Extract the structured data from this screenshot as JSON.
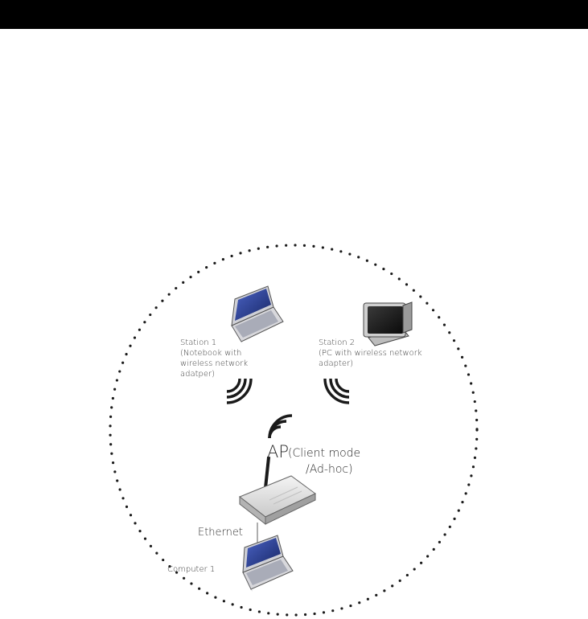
{
  "diagram": {
    "station1": {
      "lines": [
        "Station 1",
        "(Notebook with",
        "wireless network",
        "adatper)"
      ]
    },
    "station2": {
      "lines": [
        "Station 2",
        "(PC with wireless network",
        "adapter)"
      ]
    },
    "ap": {
      "main": "AP",
      "mode_line1": "(Client mode",
      "mode_line2": "/Ad-hoc)"
    },
    "ethernet_label": "Ethernet",
    "computer1_label": "Computer 1",
    "colors": {
      "top_bar": "#000000",
      "laptop_screen": "#2c3f8c",
      "boundary_dots": "#1a1a1a"
    }
  }
}
